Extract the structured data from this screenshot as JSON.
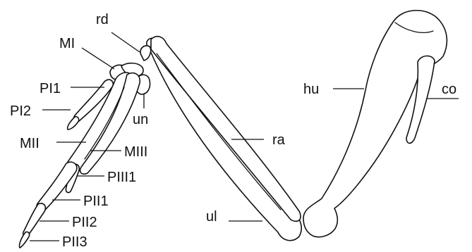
{
  "labels": {
    "rd": "rd",
    "MI": "MI",
    "PI1": "PI1",
    "PI2": "PI2",
    "un": "un",
    "MII": "MII",
    "MIII": "MIII",
    "PIII1": "PIII1",
    "PII1": "PII1",
    "PII2": "PII2",
    "PII3": "PII3",
    "hu": "hu",
    "co": "co",
    "ra": "ra",
    "ul": "ul"
  }
}
